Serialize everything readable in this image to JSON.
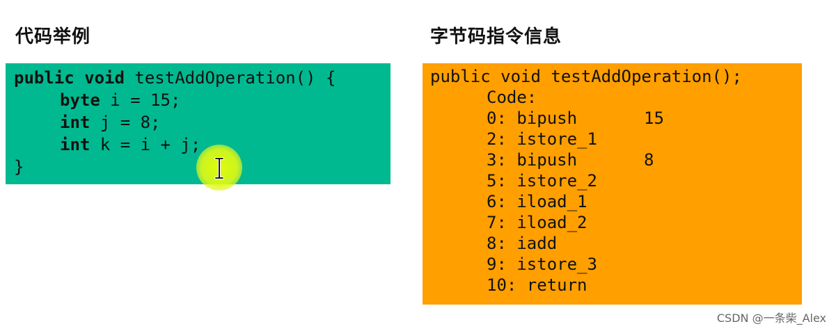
{
  "headings": {
    "left": "代码举例",
    "right": "字节码指令信息"
  },
  "source_code": {
    "line1": {
      "kw1": "public",
      "kw2": "void",
      "rest": "testAddOperation() {"
    },
    "line2": {
      "kw": "byte",
      "rest": "i = 15;"
    },
    "line3": {
      "kw": "int",
      "rest": "j = 8;"
    },
    "line4": {
      "kw": "int",
      "rest": "k = i + j;"
    },
    "line5": "}"
  },
  "bytecode": {
    "signature": "public void testAddOperation();",
    "code_label": "Code:",
    "instructions": [
      {
        "op": "0: bipush",
        "arg": "15"
      },
      {
        "op": "2: istore_1",
        "arg": ""
      },
      {
        "op": "3: bipush",
        "arg": "8"
      },
      {
        "op": "5: istore_2",
        "arg": ""
      },
      {
        "op": "6: iload_1",
        "arg": ""
      },
      {
        "op": "7: iload_2",
        "arg": ""
      },
      {
        "op": "8: iadd",
        "arg": ""
      },
      {
        "op": "9: istore_3",
        "arg": ""
      },
      {
        "op": "10: return",
        "arg": ""
      }
    ]
  },
  "colors": {
    "source_box": "#00b990",
    "bytecode_box": "#ff9f00",
    "cursor_highlight": "#e6ff00"
  },
  "icons": {
    "cursor": "text-cursor-icon"
  },
  "watermark": "CSDN @一条柴_Alex"
}
